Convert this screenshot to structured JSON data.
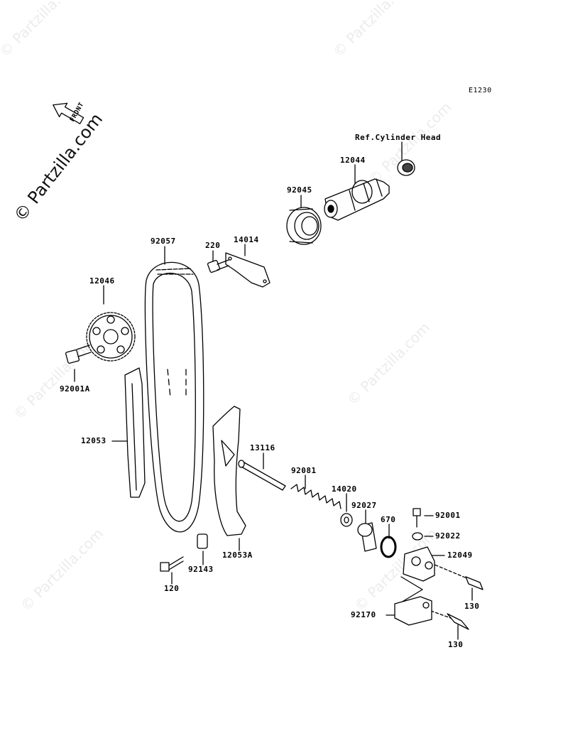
{
  "diagram_code": "E1230",
  "reference": "Ref.Cylinder Head",
  "watermark": "© Partzilla.com",
  "front_arrow": "FRONT",
  "parts": [
    {
      "id": "lbl-12044",
      "text": "12044"
    },
    {
      "id": "lbl-92045",
      "text": "92045"
    },
    {
      "id": "lbl-92057",
      "text": "92057"
    },
    {
      "id": "lbl-220",
      "text": "220"
    },
    {
      "id": "lbl-14014",
      "text": "14014"
    },
    {
      "id": "lbl-12046",
      "text": "12046"
    },
    {
      "id": "lbl-92001A",
      "text": "92001A"
    },
    {
      "id": "lbl-12053",
      "text": "12053"
    },
    {
      "id": "lbl-13116",
      "text": "13116"
    },
    {
      "id": "lbl-92081",
      "text": "92081"
    },
    {
      "id": "lbl-14020",
      "text": "14020"
    },
    {
      "id": "lbl-92027",
      "text": "92027"
    },
    {
      "id": "lbl-670",
      "text": "670"
    },
    {
      "id": "lbl-92001",
      "text": "92001"
    },
    {
      "id": "lbl-92022",
      "text": "92022"
    },
    {
      "id": "lbl-12049",
      "text": "12049"
    },
    {
      "id": "lbl-12053A",
      "text": "12053A"
    },
    {
      "id": "lbl-92143",
      "text": "92143"
    },
    {
      "id": "lbl-120",
      "text": "120"
    },
    {
      "id": "lbl-130a",
      "text": "130"
    },
    {
      "id": "lbl-92170",
      "text": "92170"
    },
    {
      "id": "lbl-130b",
      "text": "130"
    }
  ]
}
